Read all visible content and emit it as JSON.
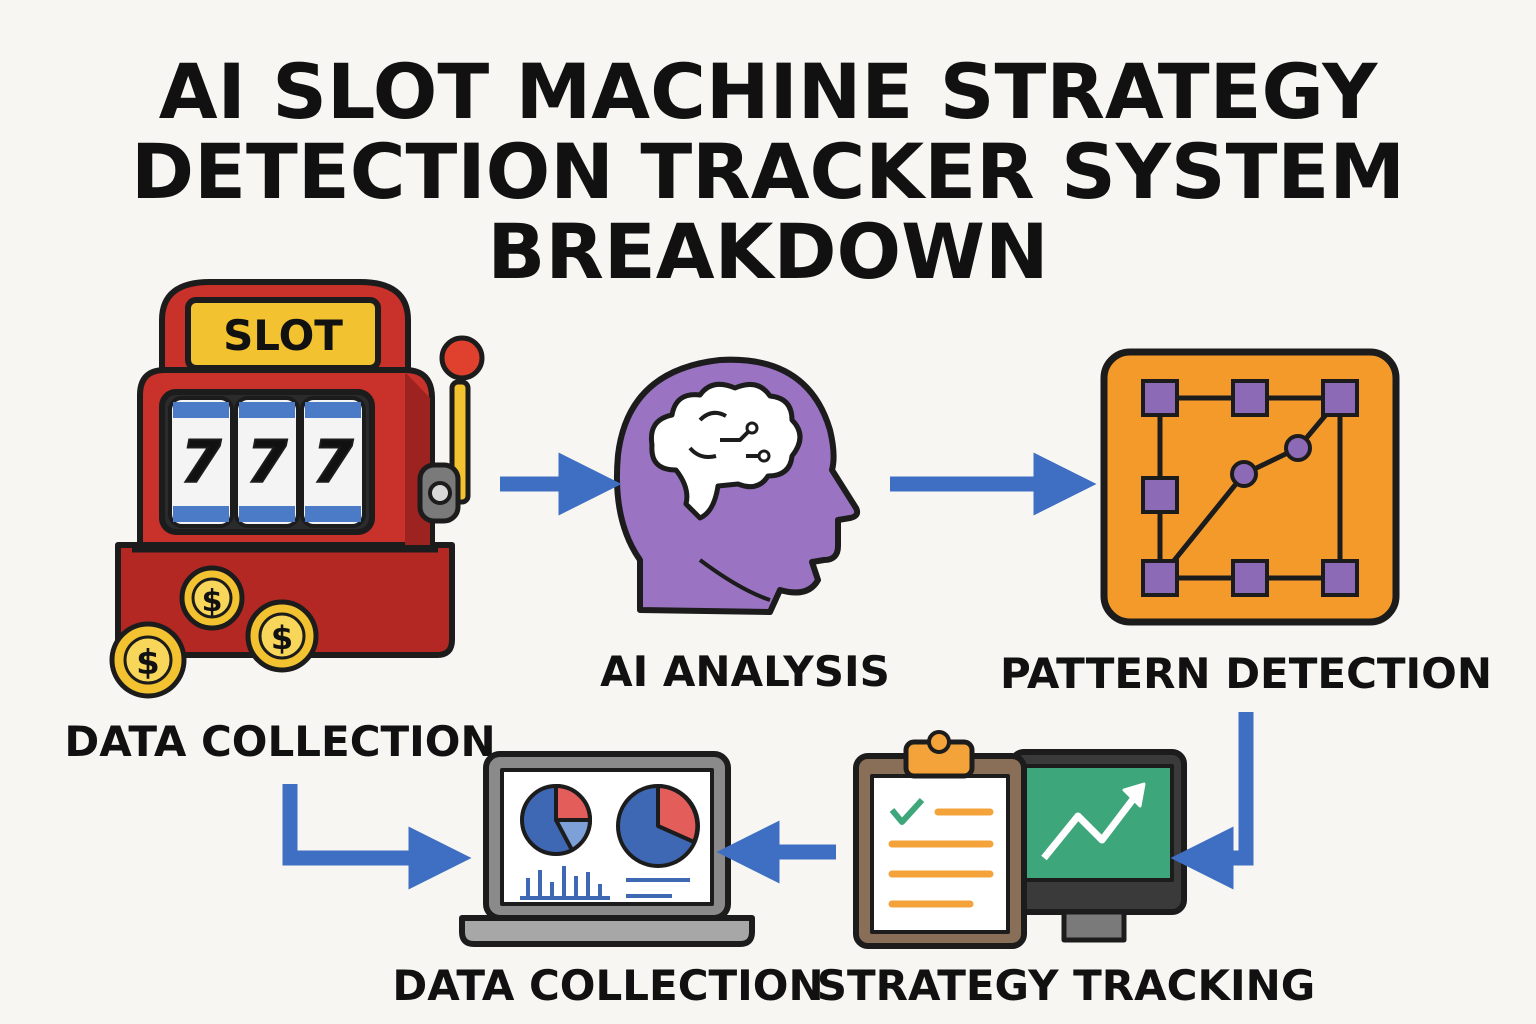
{
  "title": {
    "line1": "AI SLOT MACHINE STRATEGY",
    "line2": "DETECTION TRACKER SYSTEM",
    "line3": "BREAKDOWN"
  },
  "nodes": {
    "slot_machine": {
      "label": "DATA COLLECTION",
      "sign": "SLOT",
      "reels": [
        "7",
        "7",
        "7"
      ],
      "coin_symbol": "$",
      "icon": "slot-machine-icon"
    },
    "ai_analysis": {
      "label": "AI ANALYSIS",
      "icon": "brain-head-icon"
    },
    "pattern_detection": {
      "label": "PATTERN DETECTION",
      "icon": "pattern-grid-icon"
    },
    "strategy_tracking": {
      "label": "STRATEGY TRACKING",
      "icon": "clipboard-monitor-icon"
    },
    "dashboard": {
      "label": "DATA COLLECTION",
      "icon": "laptop-dashboard-icon"
    }
  },
  "colors": {
    "background": "#f8f6f2",
    "arrow": "#3f6fc2",
    "outline": "#1c1c1c",
    "slot_red": "#c8322a",
    "slot_gold": "#f2c230",
    "brain_purple": "#9a74c2",
    "pattern_orange": "#f39a2b",
    "node_purple": "#8c6ab5",
    "monitor_green": "#3da67a",
    "clipboard_orange": "#f3a33a"
  }
}
